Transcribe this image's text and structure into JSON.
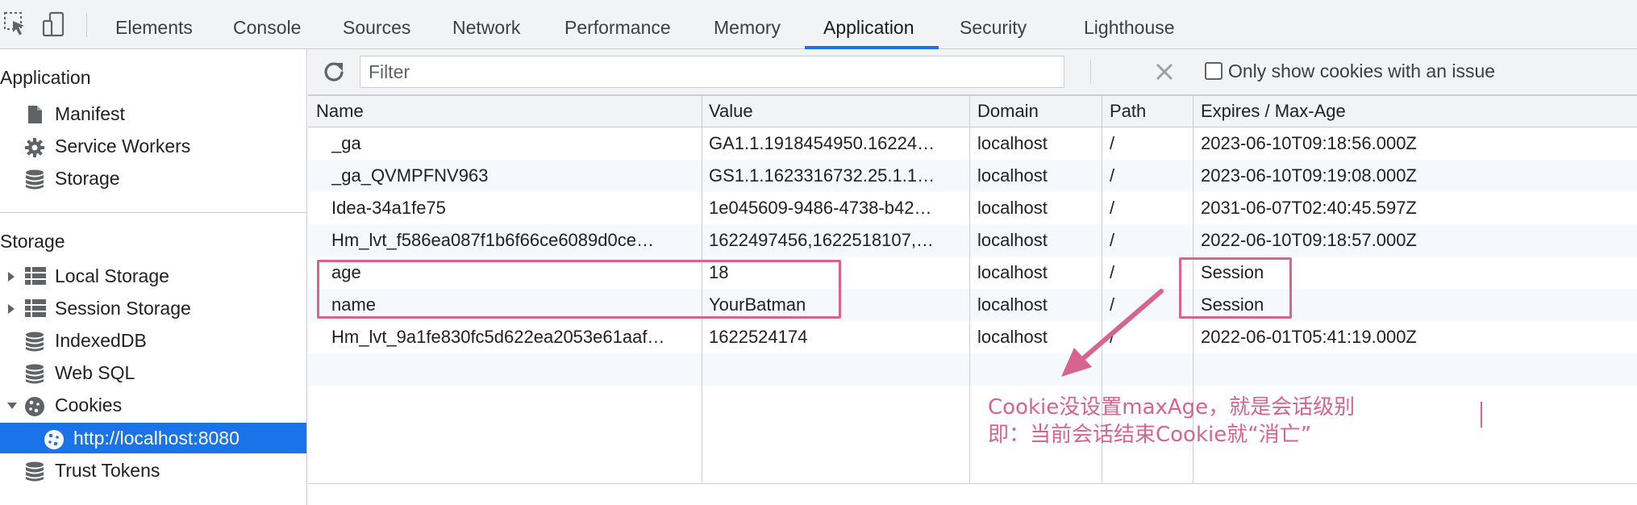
{
  "toolbar": {
    "inspect_icon": "inspect-cursor-icon",
    "device_icon": "device-toggle-icon",
    "tabs": [
      {
        "label": "Elements"
      },
      {
        "label": "Console"
      },
      {
        "label": "Sources"
      },
      {
        "label": "Network"
      },
      {
        "label": "Performance"
      },
      {
        "label": "Memory"
      },
      {
        "label": "Application",
        "active": true
      },
      {
        "label": "Security"
      },
      {
        "label": "Lighthouse"
      }
    ]
  },
  "sidebar": {
    "application_header": "Application",
    "application_items": [
      {
        "label": "Manifest",
        "icon": "document-icon"
      },
      {
        "label": "Service Workers",
        "icon": "gear-icon"
      },
      {
        "label": "Storage",
        "icon": "database-icon"
      }
    ],
    "storage_header": "Storage",
    "storage_items": [
      {
        "label": "Local Storage",
        "icon": "grid-icon",
        "expandable": true
      },
      {
        "label": "Session Storage",
        "icon": "grid-icon",
        "expandable": true
      },
      {
        "label": "IndexedDB",
        "icon": "database-icon"
      },
      {
        "label": "Web SQL",
        "icon": "database-icon"
      },
      {
        "label": "Cookies",
        "icon": "cookie-icon",
        "expanded": true
      },
      {
        "label": "http://localhost:8080",
        "icon": "cookie-icon",
        "selected": true
      },
      {
        "label": "Trust Tokens",
        "icon": "database-icon"
      }
    ]
  },
  "filter": {
    "placeholder": "Filter",
    "only_issues_label": "Only show cookies with an issue",
    "only_issues_checked": false
  },
  "cookies_table": {
    "columns": [
      "Name",
      "Value",
      "Domain",
      "Path",
      "Expires / Max-Age"
    ],
    "rows": [
      {
        "name": "_ga",
        "value": "GA1.1.1918454950.16224…",
        "domain": "localhost",
        "path": "/",
        "expires": "2023-06-10T09:18:56.000Z"
      },
      {
        "name": "_ga_QVMPFNV963",
        "value": "GS1.1.1623316732.25.1.1…",
        "domain": "localhost",
        "path": "/",
        "expires": "2023-06-10T09:19:08.000Z"
      },
      {
        "name": "Idea-34a1fe75",
        "value": "1e045609-9486-4738-b42…",
        "domain": "localhost",
        "path": "/",
        "expires": "2031-06-07T02:40:45.597Z"
      },
      {
        "name": "Hm_lvt_f586ea087f1b6f66ce6089d0ce…",
        "value": "1622497456,1622518107,…",
        "domain": "localhost",
        "path": "/",
        "expires": "2022-06-10T09:18:57.000Z"
      },
      {
        "name": "age",
        "value": "18",
        "domain": "localhost",
        "path": "/",
        "expires": "Session"
      },
      {
        "name": "name",
        "value": "YourBatman",
        "domain": "localhost",
        "path": "/",
        "expires": "Session"
      },
      {
        "name": "Hm_lvt_9a1fe830fc5d622ea2053e61aaf…",
        "value": "1622524174",
        "domain": "localhost",
        "path": "/",
        "expires": "2022-06-01T05:41:19.000Z"
      }
    ]
  },
  "annotation": {
    "line1": "Cookie没设置maxAge，就是会话级别",
    "line2": "即：当前会话结束Cookie就“消亡”",
    "color": "#d6648f"
  },
  "colors": {
    "accent": "#1a73e8",
    "toolbar_bg": "#f1f3f4",
    "annotation": "#d6648f"
  }
}
